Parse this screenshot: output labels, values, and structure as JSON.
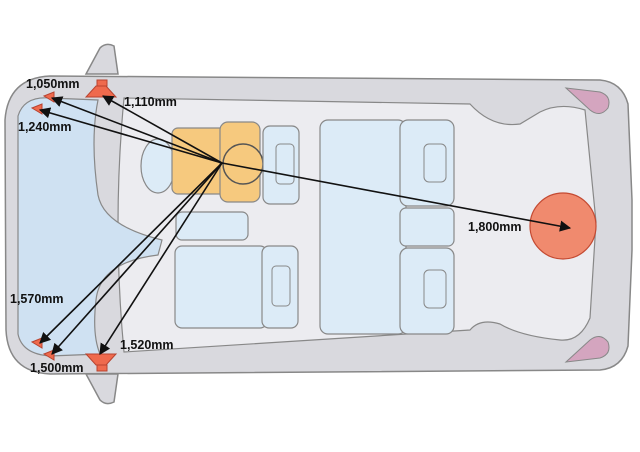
{
  "labels": {
    "d1050": "1,050mm",
    "d1110": "1,110mm",
    "d1240": "1,240mm",
    "d1800": "1,800mm",
    "d1570": "1,570mm",
    "d1520": "1,520mm",
    "d1500": "1,500mm"
  },
  "colors": {
    "body": "#d9d9de",
    "interior": "#ececf0",
    "glass": "#cfe1f2",
    "seat": "#dcebf7",
    "driver_seat": "#f6c97e",
    "speaker": "#ef6a4d",
    "subwoofer": "#f08a6e",
    "lamp": "#d4a5bf",
    "arrow": "#111111"
  }
}
